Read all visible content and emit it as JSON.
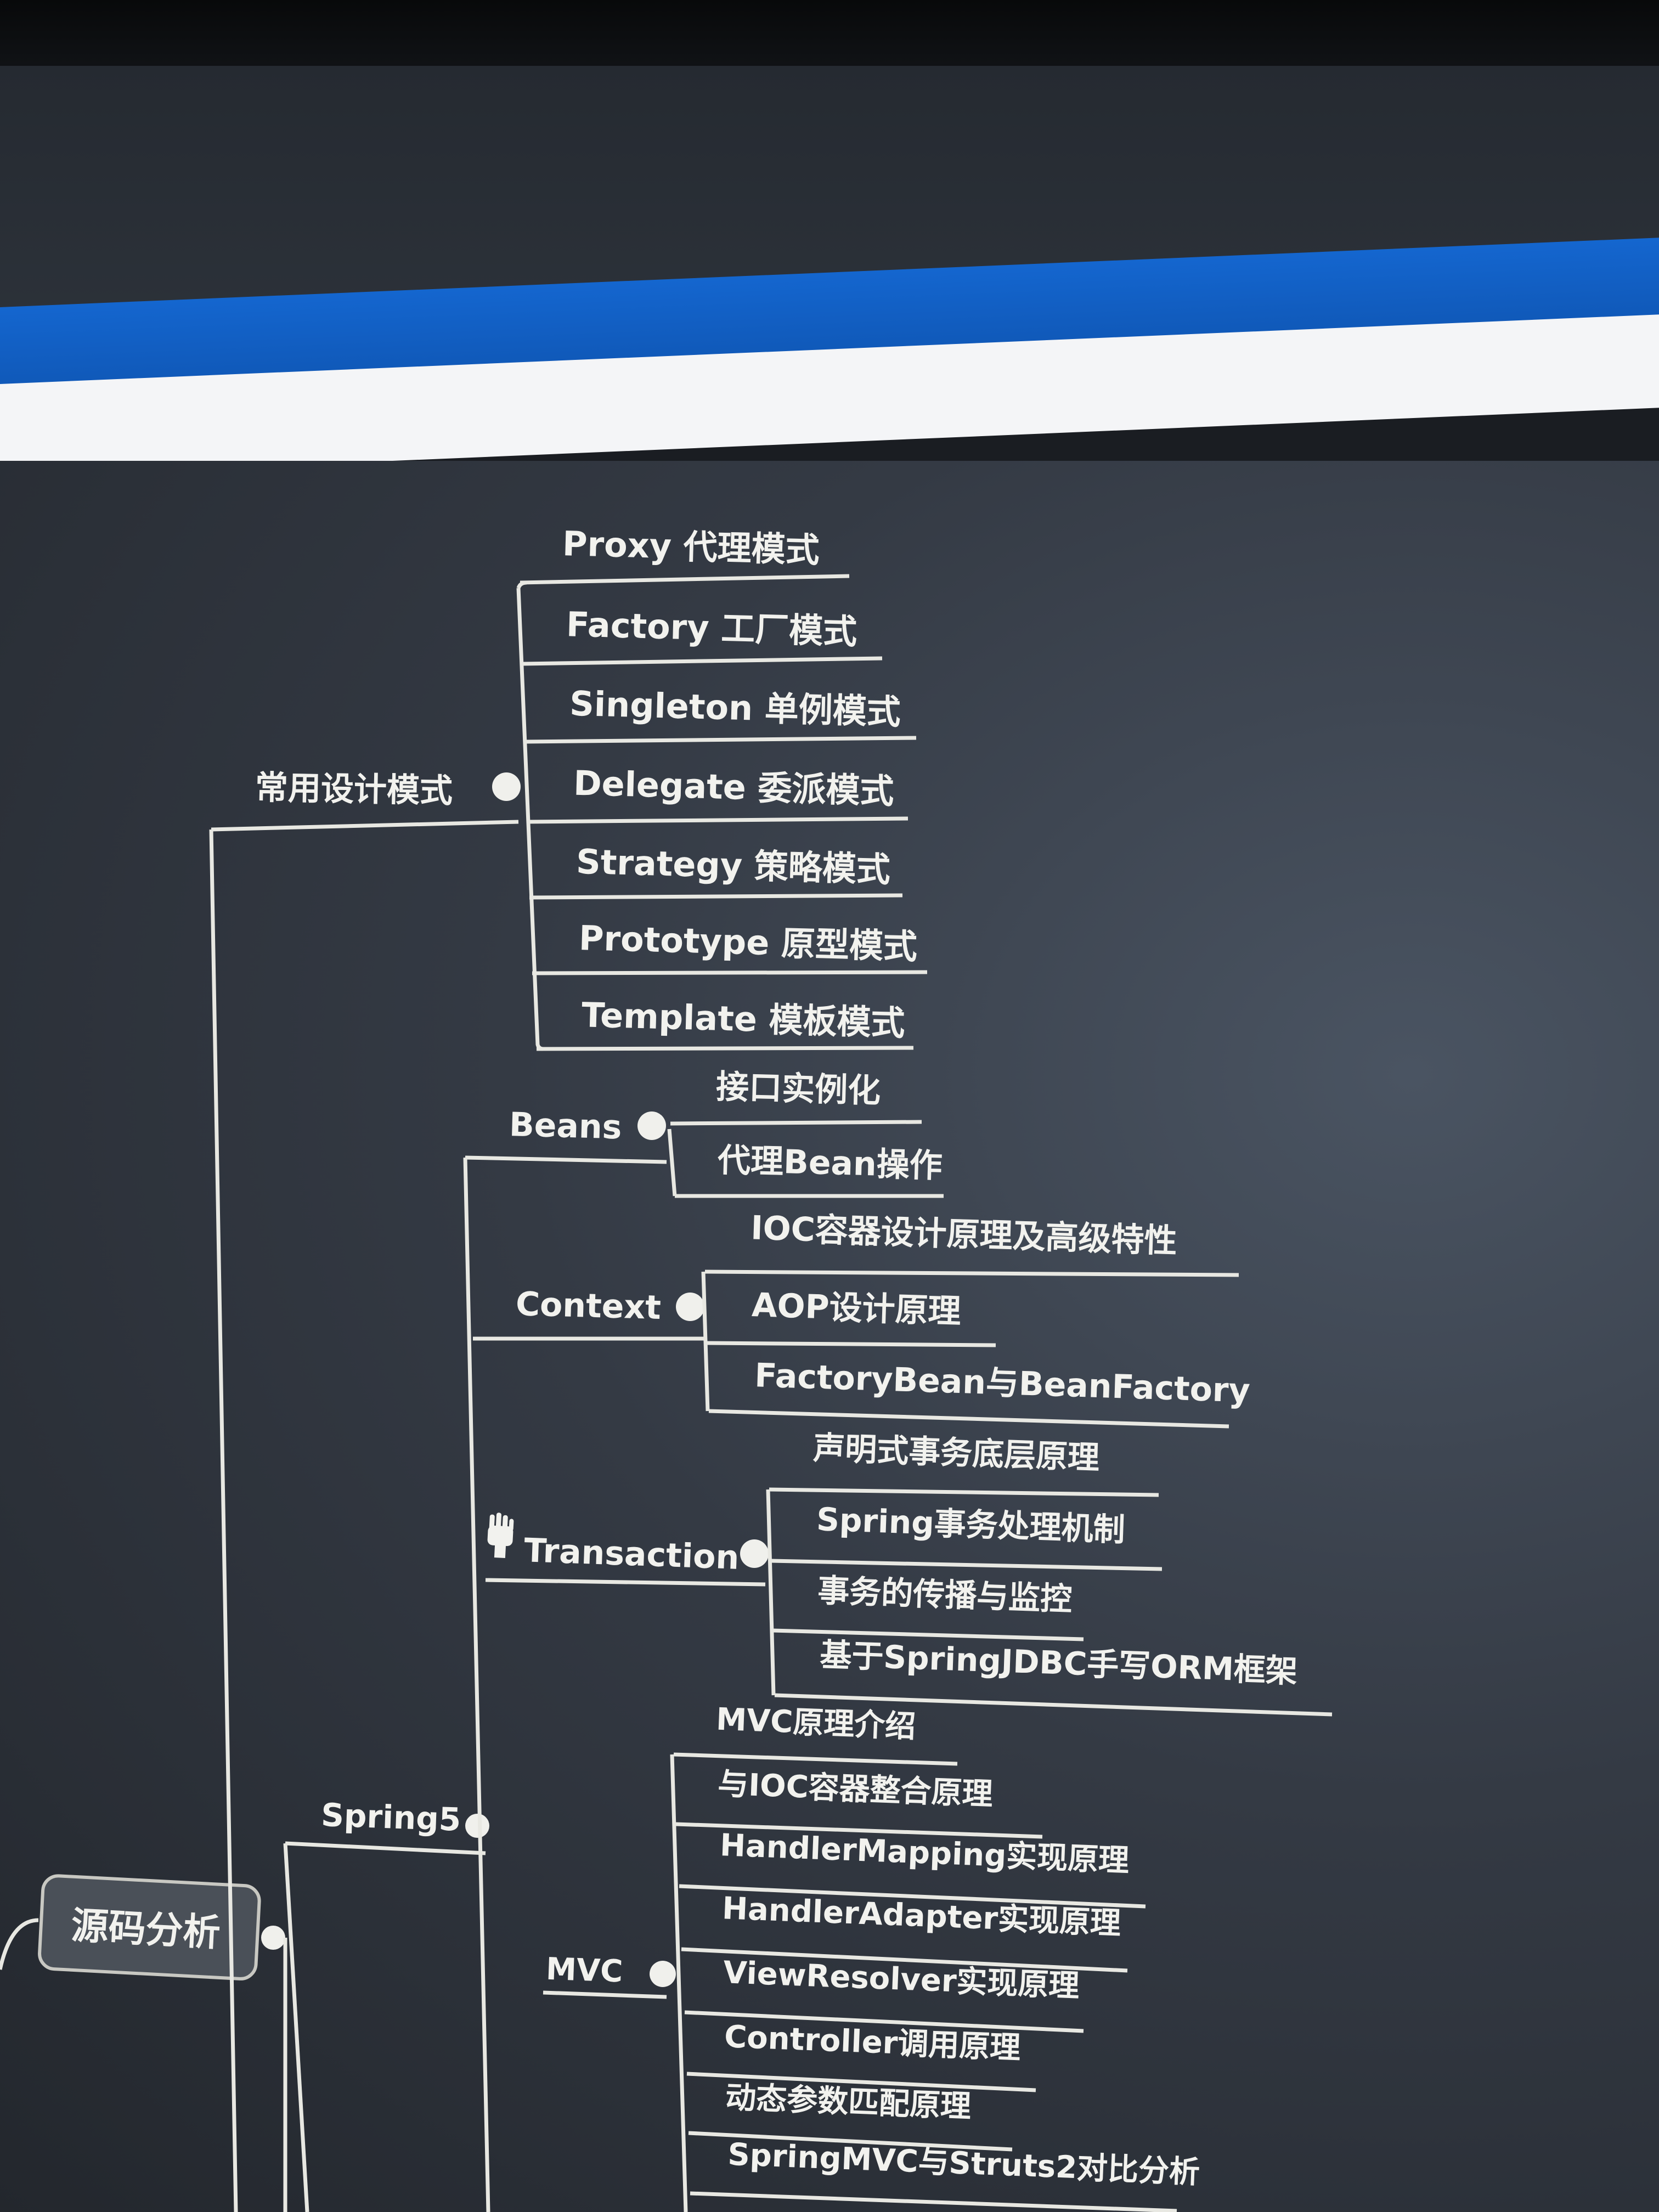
{
  "root": {
    "label": "源码分析"
  },
  "branch_spring": {
    "label": "Spring5"
  },
  "patterns": {
    "label": "常用设计模式",
    "items": [
      "Proxy 代理模式",
      "Factory 工厂模式",
      "Singleton 单例模式",
      "Delegate 委派模式",
      "Strategy 策略模式",
      "Prototype 原型模式",
      "Template 模板模式"
    ]
  },
  "beans": {
    "label": "Beans",
    "items": [
      "接口实例化",
      "代理Bean操作"
    ]
  },
  "context": {
    "label": "Context",
    "items": [
      "IOC容器设计原理及高级特性",
      "AOP设计原理",
      "FactoryBean与BeanFactory"
    ]
  },
  "transaction": {
    "label": "Transaction",
    "items": [
      "声明式事务底层原理",
      "Spring事务处理机制",
      "事务的传播与监控",
      "基于SpringJDBC手写ORM框架"
    ]
  },
  "mvc": {
    "label": "MVC",
    "items": [
      "MVC原理介绍",
      "与IOC容器整合原理",
      "HandlerMapping实现原理",
      "HandlerAdapter实现原理",
      "ViewResolver实现原理",
      "Controller调用原理",
      "动态参数匹配原理",
      "SpringMVC与Struts2对比分析"
    ]
  },
  "colors": {
    "canvas": "#343a44",
    "line": "#e8e8e2",
    "titlebar": "#1466cf"
  },
  "icons": {
    "transaction": "hand-icon"
  }
}
